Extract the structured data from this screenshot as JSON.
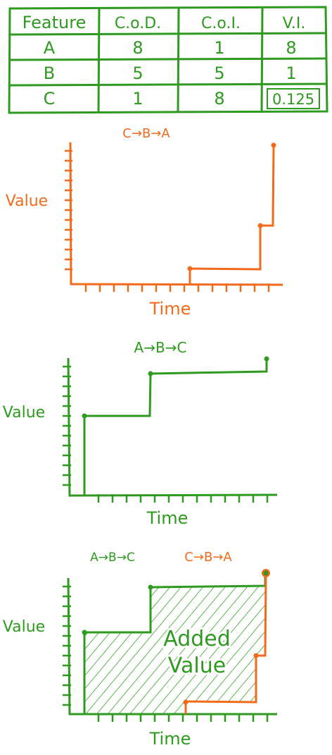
{
  "table": {
    "headers": [
      "Feature",
      "C.o.D.",
      "C.o.I.",
      "V.I."
    ],
    "rows": [
      [
        "A",
        "8",
        "1",
        "8"
      ],
      [
        "B",
        "5",
        "5",
        "1"
      ],
      [
        "C",
        "1",
        "8",
        "0.125"
      ]
    ]
  },
  "chart1": {
    "order_label": "C→B→A",
    "y_label": "Value",
    "x_label": "Time"
  },
  "chart2": {
    "order_label": "A→B→C",
    "y_label": "Value",
    "x_label": "Time"
  },
  "chart3": {
    "order_label_green": "A→B→C",
    "order_label_orange": "C→B→A",
    "y_label": "Value",
    "x_label": "Time",
    "area_label_line1": "Added",
    "area_label_line2": "Value"
  },
  "colors": {
    "green": "#2e9a1f",
    "orange": "#f26a1b",
    "hatch": "#2e9a1f",
    "background": "#ffffff"
  },
  "icons": []
}
